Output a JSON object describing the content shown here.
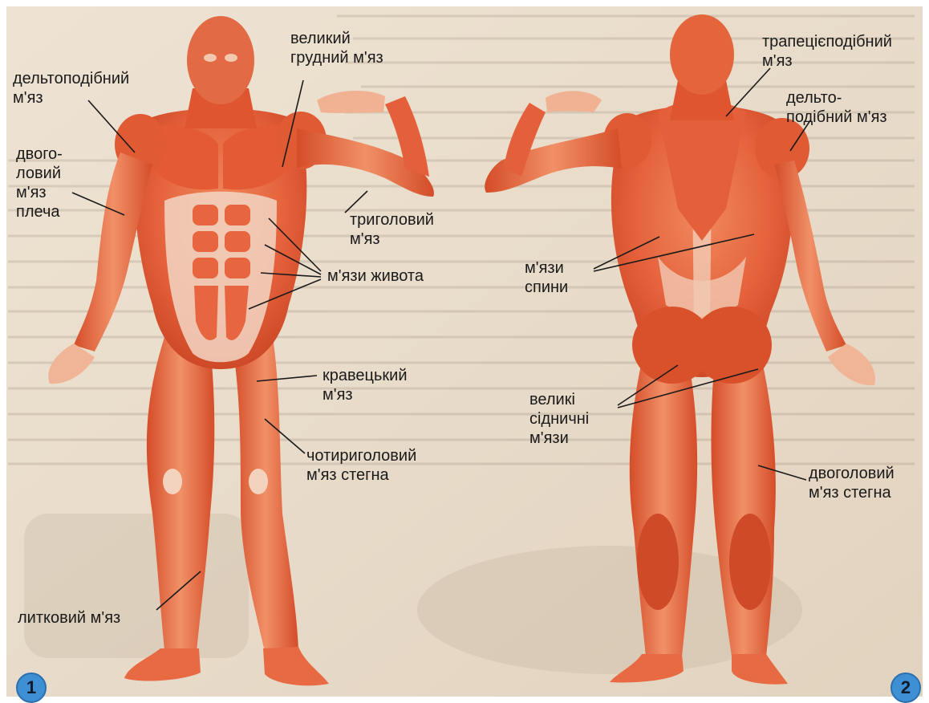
{
  "figure_badges": {
    "front": "1",
    "back": "2"
  },
  "labels": {
    "front": {
      "deltoid": "дельтоподібний\nм'яз",
      "pectoral": "великий\nгрудний м'яз",
      "biceps": "двого-\nловий\nм'яз\nплеча",
      "triceps": "триголовий\nм'яз",
      "abdominal": "м'язи живота",
      "sartorius": "кравецький\nм'яз",
      "quadriceps": "чотириголовий\nм'яз стегна",
      "calf": "литковий м'яз"
    },
    "back": {
      "trapezius": "трапецієподібний\nм'яз",
      "deltoid": "дельто-\nподібний м'яз",
      "back_muscles": "м'язи\nспини",
      "gluteus": "великі\nсідничні\nм'язи",
      "hamstring": "двоголовий\nм'яз стегна"
    }
  },
  "colors": {
    "paper": "#e9dcc9",
    "muscle_light": "#f3a27a",
    "muscle_mid": "#e5643c",
    "muscle_dark": "#c5401f",
    "tendon": "#f6e0cf",
    "badge": "#3f8fd4",
    "leader_line": "#1a1a1a"
  }
}
